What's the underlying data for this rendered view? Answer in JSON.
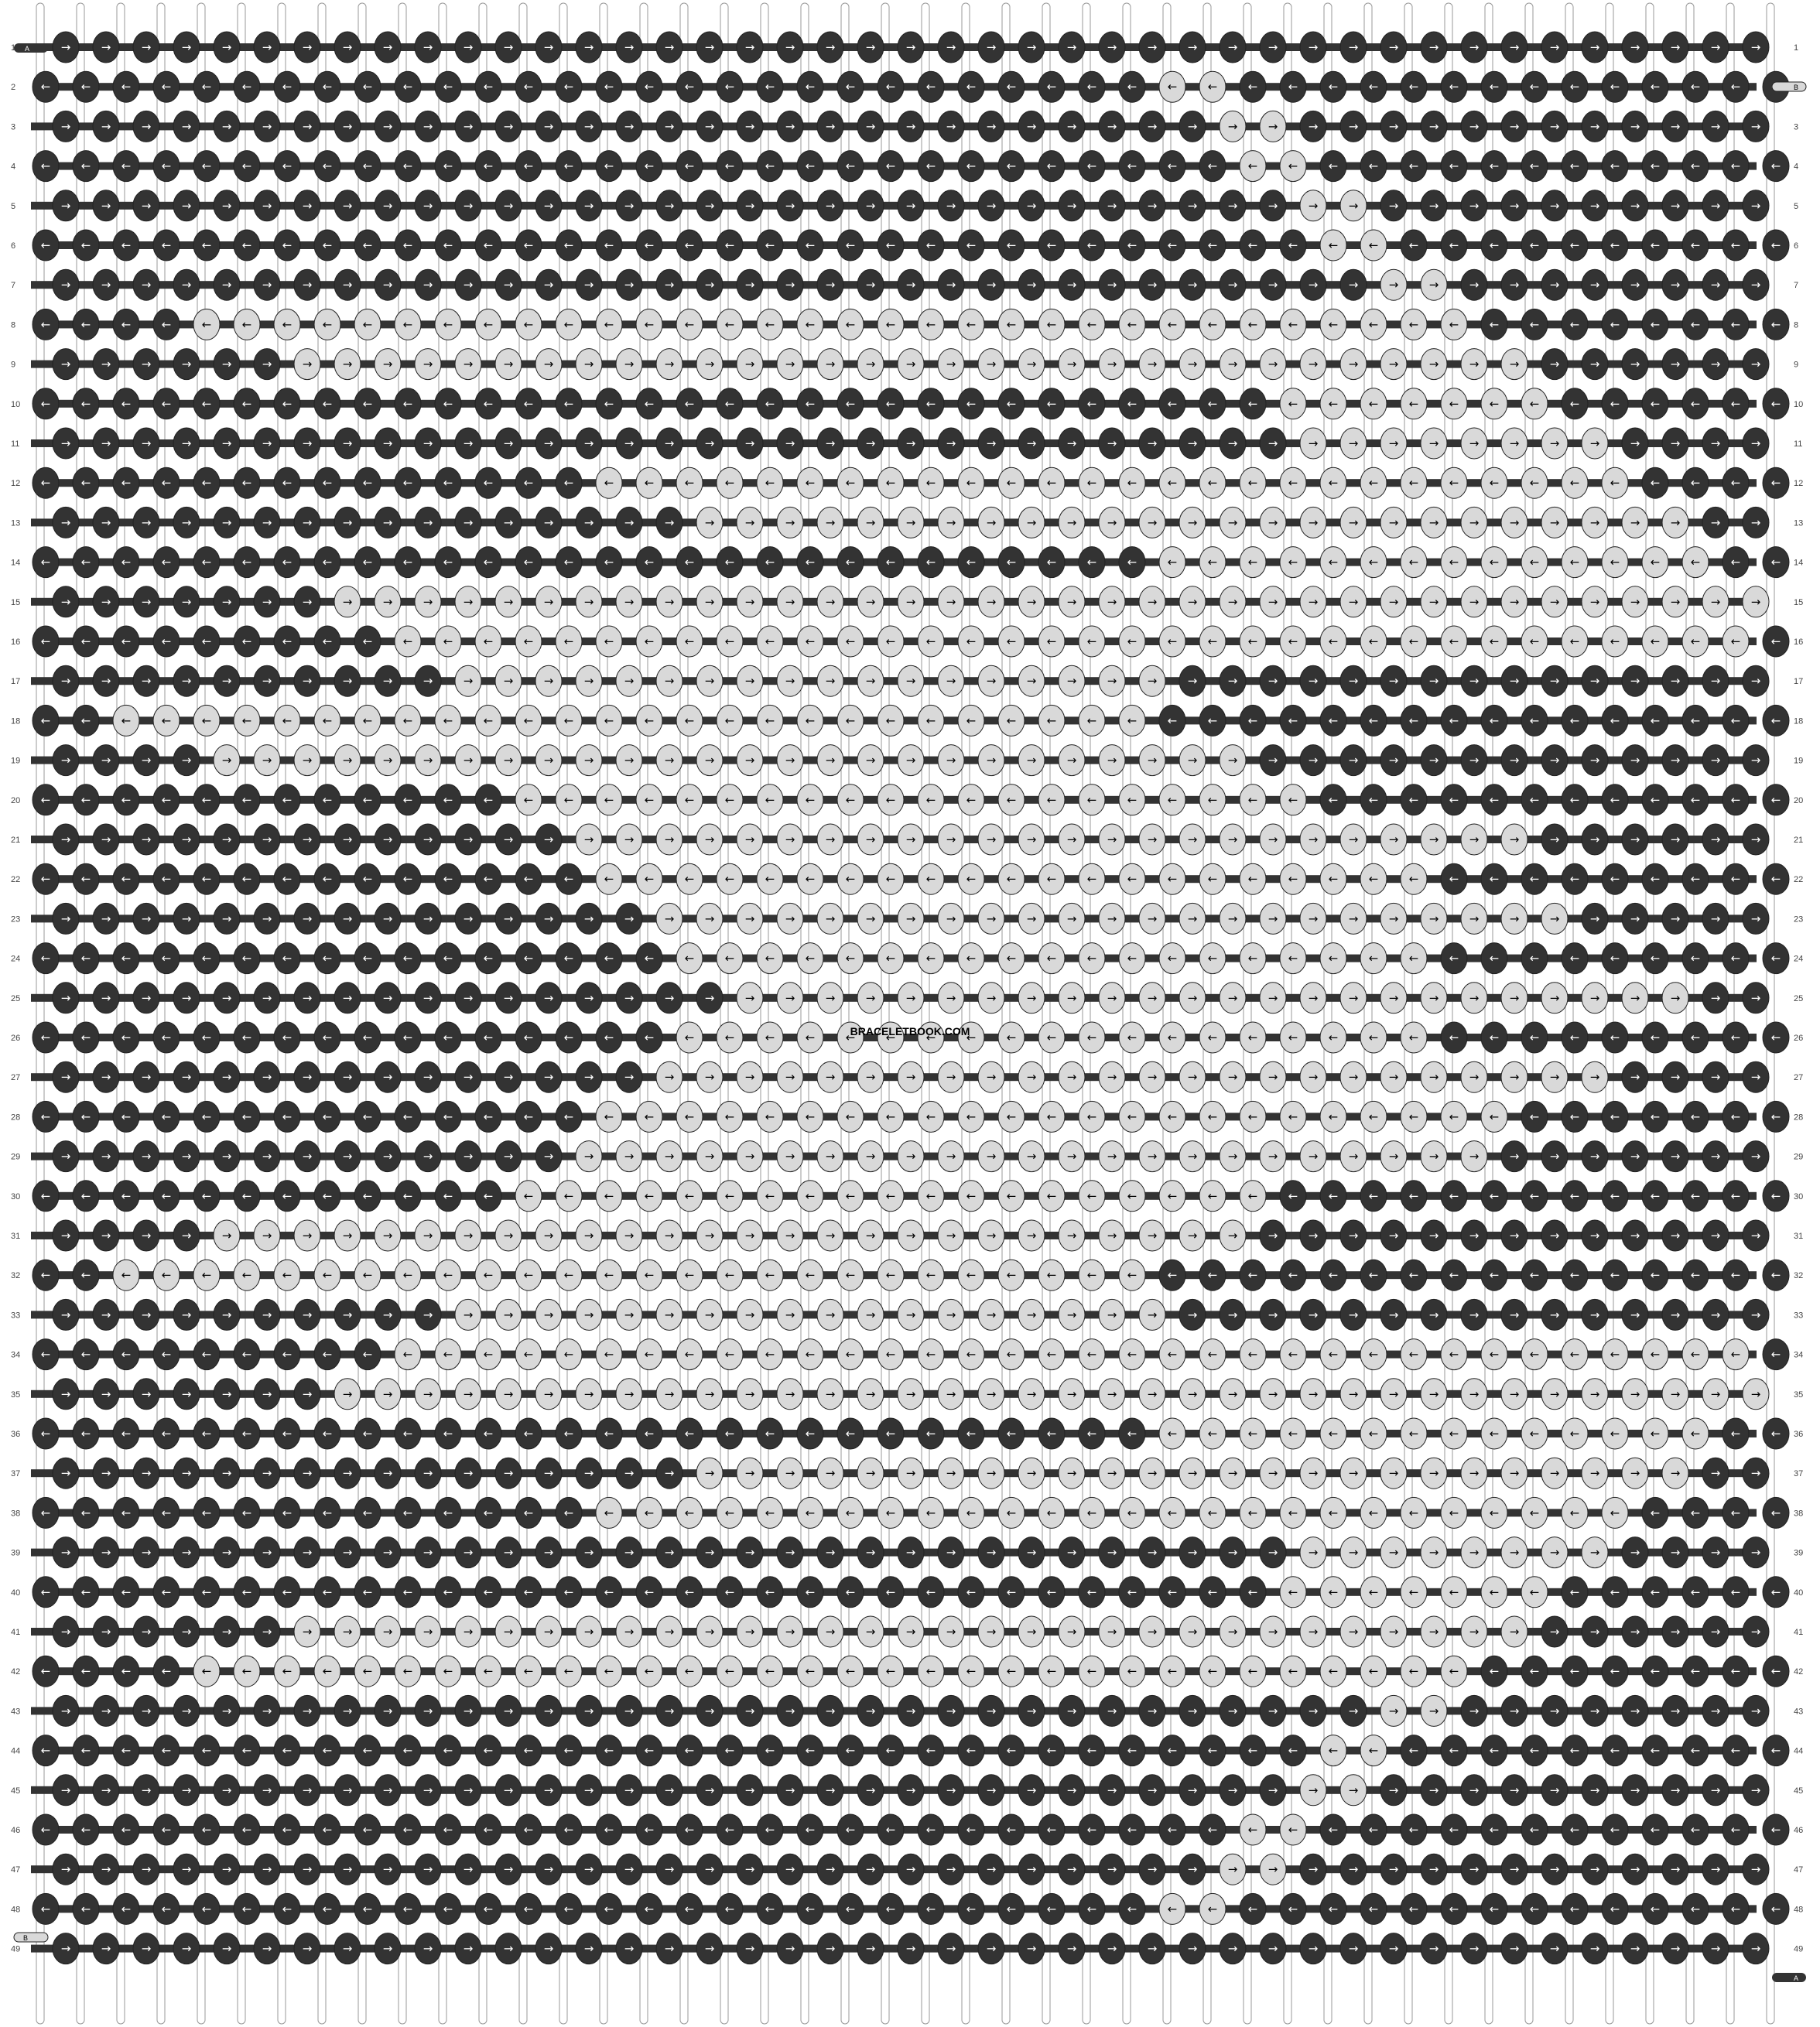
{
  "pattern": {
    "rows": 49,
    "row_labels": [
      "1",
      "2",
      "3",
      "4",
      "5",
      "6",
      "7",
      "8",
      "9",
      "10",
      "11",
      "12",
      "13",
      "14",
      "15",
      "16",
      "17",
      "18",
      "19",
      "20",
      "21",
      "22",
      "23",
      "24",
      "25",
      "26",
      "27",
      "28",
      "29",
      "30",
      "31",
      "32",
      "33",
      "34",
      "35",
      "36",
      "37",
      "38",
      "39",
      "40",
      "41",
      "42",
      "43",
      "44",
      "45",
      "46",
      "47",
      "48",
      "49"
    ],
    "strand_labels": {
      "a": "A",
      "b": "B"
    },
    "watermark": "BRACELETBOOK.COM",
    "arrow_right": "→",
    "arrow_left": "←",
    "colors": {
      "dark": "#333333",
      "light": "#d9d9d9",
      "strand": "#ffffff",
      "stroke": "#222222"
    },
    "row_pattern_hint": "odd rows → , even rows ← (as shown)"
  }
}
